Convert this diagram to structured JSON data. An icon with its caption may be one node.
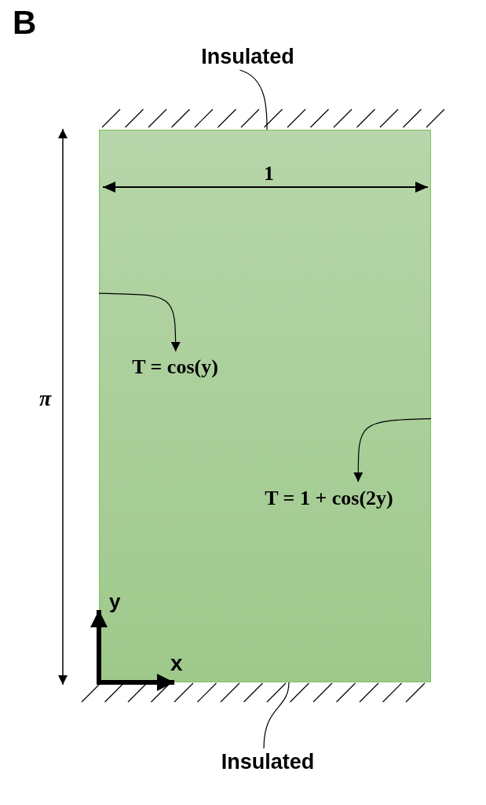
{
  "diagram": {
    "nodes": [
      {
        "text": [],
        "shape": "box"
      },
      {
        "text": [
          "Insulated"
        ]
      },
      {
        "text": [
          "T = cos(y)"
        ],
        "in": 0
      },
      {
        "text": [
          "T = 1 + cos(2y)"
        ],
        "in": 0
      },
      {
        "text": [
          "Insulated"
        ]
      }
    ],
    "edges": [
      {
        "from": 1,
        "to": 0,
        "arrow": "none"
      },
      {
        "from": 0,
        "to": 2,
        "arrow": "to"
      },
      {
        "from": 0,
        "to": 3,
        "arrow": "to"
      },
      {
        "from": 4,
        "to": 0,
        "arrow": "none"
      }
    ],
    "labels": [
      "B",
      "1",
      "π",
      "y",
      "x"
    ]
  }
}
